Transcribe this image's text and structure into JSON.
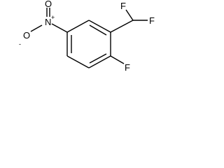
{
  "molecule": {
    "atoms": {
      "fluorine_top_left": "F",
      "fluorine_top_right": "F",
      "fluorine_ring": "F",
      "nitro_nitrogen": "N",
      "nitro_oxygen_top": "O",
      "nitro_oxygen_left": "O",
      "nitro_nitrogen_charge": "+",
      "nitro_oxygen_charge": "-"
    }
  }
}
